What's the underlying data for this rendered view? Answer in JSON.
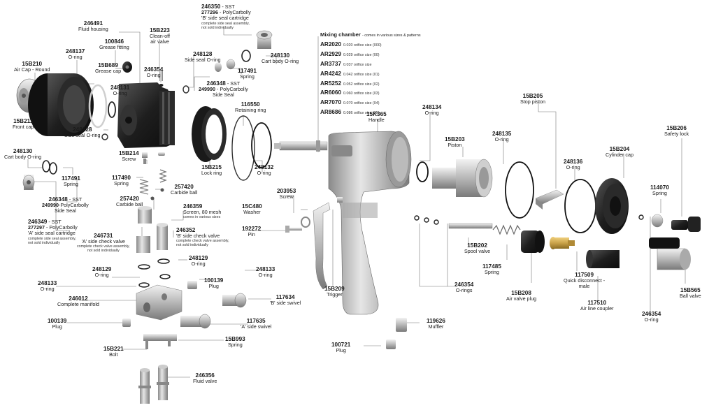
{
  "colors": {
    "metal": "#b9b9b9",
    "dark": "#1c1c1c",
    "brass": "#c9a24a",
    "leader": "#777777"
  },
  "mixing_chamber": {
    "title": "Mixing chamber",
    "subtitle": "- comes in various sizes & patterns",
    "rows": [
      {
        "code": "AR2020",
        "desc": "0.020 orifice size (000)"
      },
      {
        "code": "AR2929",
        "desc": "0.029 orifice size (00)"
      },
      {
        "code": "AR3737",
        "desc": "0.037 orifice size"
      },
      {
        "code": "AR4242",
        "desc": "0.042 orifice size (01)"
      },
      {
        "code": "AR5252",
        "desc": "0.052 orifice size (02)"
      },
      {
        "code": "AR6060",
        "desc": "0.060 orifice size (03)"
      },
      {
        "code": "AR7070",
        "desc": "0.070 orifice size (04)"
      },
      {
        "code": "AR8686",
        "desc": "0.086 orifice size (05)"
      }
    ]
  },
  "labels": {
    "air_cap": {
      "pn": "15B210",
      "name": "Air Cap - Round"
    },
    "front_cap": {
      "pn": "15B211",
      "name": "Front cap"
    },
    "oring_248137": {
      "pn": "248137",
      "name": "O-ring"
    },
    "fluid_housing": {
      "pn": "246491",
      "name": "Fluid housing"
    },
    "grease_fitting": {
      "pn": "100846",
      "name": "Grease fitting"
    },
    "grease_cap": {
      "pn": "15B689",
      "name": "Grease cap"
    },
    "oring_248131": {
      "pn": "248131",
      "name": "O-ring"
    },
    "side_seal_oring_a": {
      "pn": "248128",
      "name": "Side seal O-ring"
    },
    "cart_body_oring_a": {
      "pn": "248130",
      "name": "Cart body O-ring"
    },
    "spring_117491_a": {
      "pn": "117491",
      "name": "Spring"
    },
    "side_seal_a": {
      "pn": "246348",
      "sub": "- SST",
      "pn2": "249990",
      "sub2": "-PolyCarbolly",
      "name": "Side Seal"
    },
    "cartridge_a": {
      "pn": "246349",
      "sub": "- SST",
      "pn2": "277297",
      "sub2": "- PolyCarbolly",
      "name": "'A' side seal cartridge",
      "note1": "complete side seal assembly,",
      "note2": "not sold individually"
    },
    "clean_off": {
      "pn": "15B223",
      "name": "Clean-off",
      "name2": "air valve"
    },
    "oring_246354_top": {
      "pn": "246354",
      "name": "O-ring"
    },
    "side_seal_oring_b": {
      "pn": "248128",
      "name": "Side seal O-ring"
    },
    "cartridge_b": {
      "pn": "246350",
      "sub": "- SST",
      "pn2": "277296",
      "sub2": "- PolyCarbolly",
      "name": "'B' side seal cartridge",
      "note1": "complete side seal assembly,",
      "note2": "not sold individually"
    },
    "cart_body_oring_b": {
      "pn": "248130",
      "name": "Cart body O-ring"
    },
    "spring_117491_b": {
      "pn": "117491",
      "name": "Spring"
    },
    "side_seal_b": {
      "pn": "246348",
      "sub": "- SST",
      "pn2": "249990",
      "sub2": "- PolyCarbolly",
      "name": "Side Seal"
    },
    "retaining_ring": {
      "pn": "116550",
      "name": "Retaining ring"
    },
    "lock_ring": {
      "pn": "15B215",
      "name": "Lock ring"
    },
    "oring_248132": {
      "pn": "248132",
      "name": "O-ring"
    },
    "screw_15b214": {
      "pn": "15B214",
      "name": "Screw"
    },
    "spring_117490": {
      "pn": "117490",
      "name": "Spring"
    },
    "carbide_ball_a": {
      "pn": "257420",
      "name": "Carbide ball"
    },
    "carbide_ball_b": {
      "pn": "257420",
      "name": "Carbide ball"
    },
    "screen": {
      "pn": "246359",
      "name": "Screen, 80 mesh",
      "note1": "comes in various sizes"
    },
    "check_valve_a": {
      "pn": "246731",
      "name": "'A' side check valve",
      "note1": "complete check valve assembly,",
      "note2": "not sold individually"
    },
    "check_valve_b": {
      "pn": "246352",
      "name": "'B' side check valve",
      "note1": "complete check valve assembly,",
      "note2": "not sold individually"
    },
    "oring_248129_a": {
      "pn": "248129",
      "name": "O-ring"
    },
    "oring_248129_b": {
      "pn": "248129",
      "name": "O-ring"
    },
    "oring_248133_a": {
      "pn": "248133",
      "name": "O-ring"
    },
    "oring_248133_b": {
      "pn": "248133",
      "name": "O-ring"
    },
    "manifold": {
      "pn": "246012",
      "name": "Complete manifold"
    },
    "plug_100139_a": {
      "pn": "100139",
      "name": "Plug"
    },
    "plug_100139_b": {
      "pn": "100139",
      "name": "Plug"
    },
    "swivel_b": {
      "pn": "117634",
      "name": "'B' side swivel"
    },
    "swivel_a": {
      "pn": "117635",
      "name": "'A' side swivel"
    },
    "spring_15b993": {
      "pn": "15B993",
      "name": "Spring"
    },
    "bolt": {
      "pn": "15B221",
      "name": "Bolt"
    },
    "fluid_valve": {
      "pn": "246356",
      "name": "Fluid valve"
    },
    "handle": {
      "pn": "15K365",
      "name": "Handle"
    },
    "screw_203953": {
      "pn": "203953",
      "name": "Screw"
    },
    "washer": {
      "pn": "15C480",
      "name": "Washer"
    },
    "pin": {
      "pn": "192272",
      "name": "Pin"
    },
    "trigger": {
      "pn": "15B209",
      "name": "Trigger"
    },
    "muffler": {
      "pn": "119626",
      "name": "Muffler"
    },
    "plug_100721": {
      "pn": "100721",
      "name": "Plug"
    },
    "oring_248134": {
      "pn": "248134",
      "name": "O-ring"
    },
    "piston": {
      "pn": "15B203",
      "name": "Piston"
    },
    "oring_248135": {
      "pn": "248135",
      "name": "O-ring"
    },
    "stop_piston": {
      "pn": "15B205",
      "name": "Stop piston"
    },
    "oring_248136": {
      "pn": "248136",
      "name": "O-ring"
    },
    "cylinder_cap": {
      "pn": "15B204",
      "name": "Cylinder cap"
    },
    "safety_lock": {
      "pn": "15B206",
      "name": "Safety lock"
    },
    "spring_114070": {
      "pn": "114070",
      "name": "Spring"
    },
    "spool_valve": {
      "pn": "15B202",
      "name": "Spool valve"
    },
    "spring_117485": {
      "pn": "117485",
      "name": "Spring"
    },
    "orings_246354": {
      "pn": "246354",
      "name": "O-rings"
    },
    "air_valve_plug": {
      "pn": "15B208",
      "name": "Air valve plug"
    },
    "quick_disconnect": {
      "pn": "117509",
      "name": "Quick disconnect -",
      "name2": "male"
    },
    "air_line_coupler": {
      "pn": "117510",
      "name": "Air line coupler"
    },
    "oring_246354_right": {
      "pn": "246354",
      "name": "O-ring"
    },
    "ball_valve": {
      "pn": "15B565",
      "name": "Ball valve"
    }
  }
}
